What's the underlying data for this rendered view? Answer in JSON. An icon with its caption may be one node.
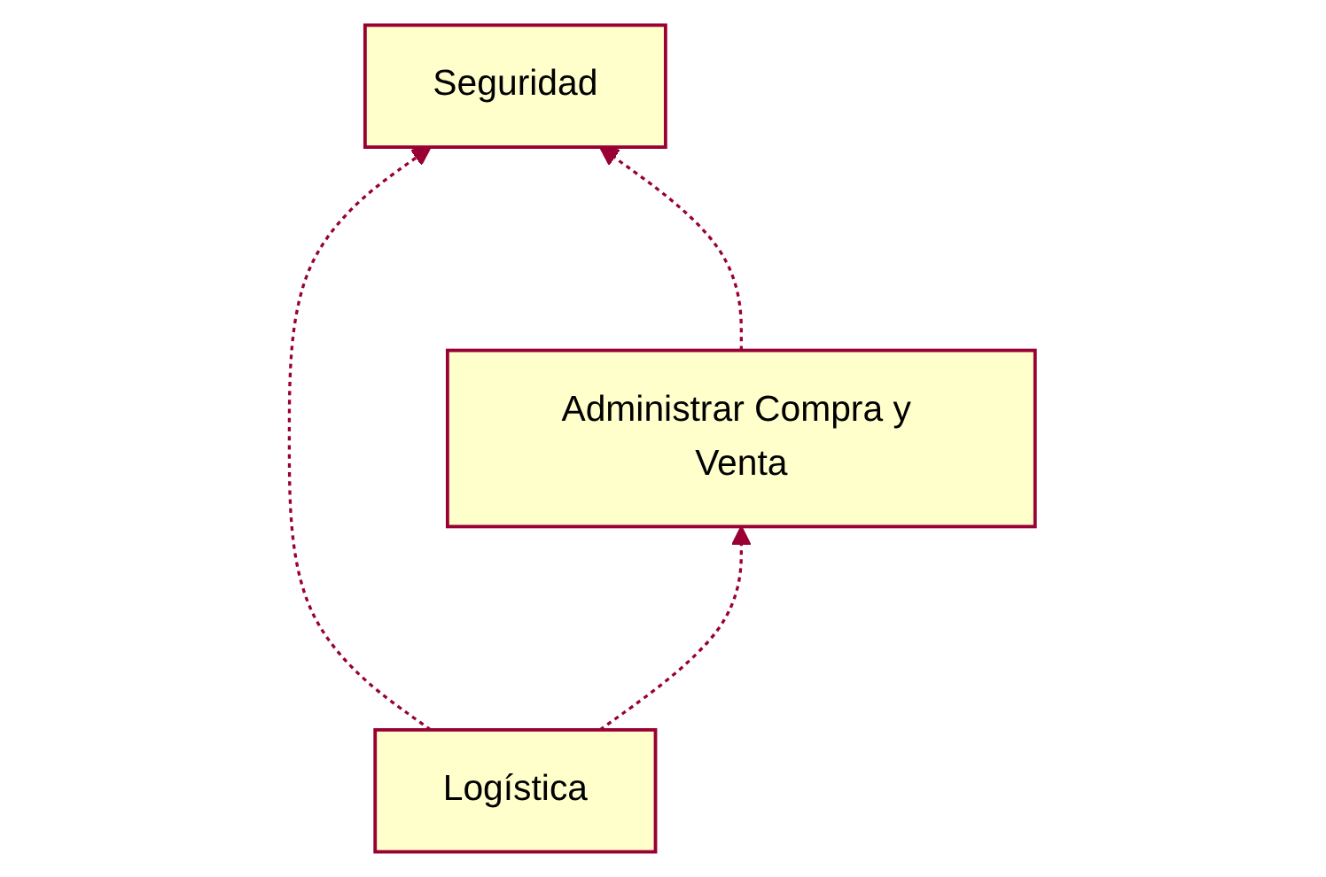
{
  "diagram": {
    "nodes": [
      {
        "text": [
          "Seguridad"
        ]
      },
      {
        "text": [
          "Logística"
        ]
      },
      {
        "text": [
          "Administrar Compra y Venta"
        ]
      }
    ],
    "edges": [
      {
        "from": 1,
        "to": 0,
        "arrow": "to",
        "style": "dashed"
      },
      {
        "from": 2,
        "to": 0,
        "arrow": "to",
        "style": "dashed"
      },
      {
        "from": 1,
        "to": 2,
        "arrow": "to",
        "style": "dashed"
      }
    ]
  }
}
